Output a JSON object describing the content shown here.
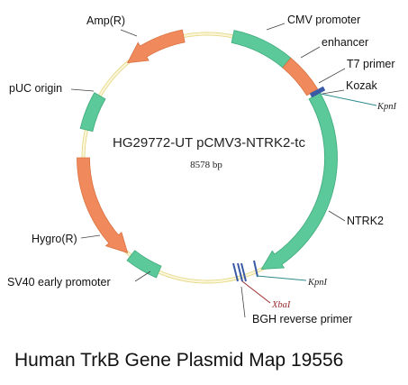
{
  "plasmid": {
    "name": "HG29772-UT pCMV3-NTRK2-tc",
    "size_label": "8578 bp"
  },
  "features": {
    "amp": "Amp(R)",
    "cmv": "CMV promoter",
    "enhancer": "enhancer",
    "t7": "T7 primer",
    "kozak": "Kozak",
    "puc": "pUC origin",
    "ntrk2": "NTRK2",
    "hygro": "Hygro(R)",
    "sv40": "SV40 early promoter",
    "bgh": "BGH reverse primer"
  },
  "sites": {
    "kpn1_top": "KpnI",
    "kpn1_bottom": "KpnI",
    "xba1": "XbaI"
  },
  "caption": "Human TrkB Gene Plasmid Map 19556",
  "colors": {
    "backbone": "#f3e9a6",
    "green_feature": "#5bc999",
    "orange_feature": "#f08a5d",
    "primer": "#3a5aa6",
    "kpn_line": "#2b8a8f",
    "xba_line": "#9b2d2d"
  }
}
